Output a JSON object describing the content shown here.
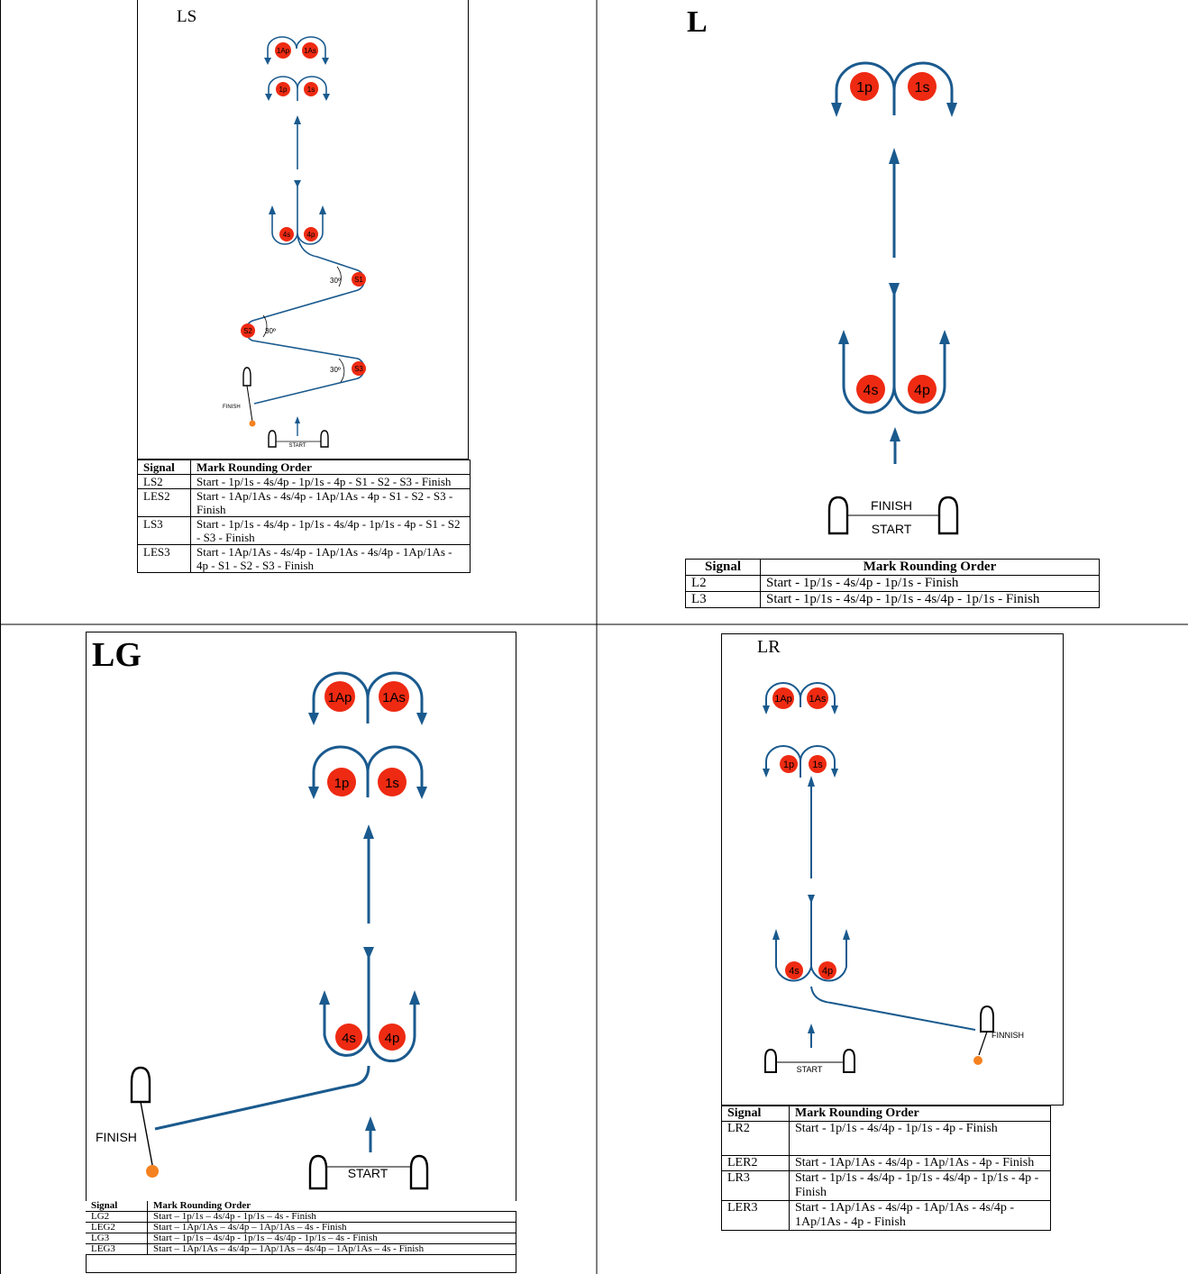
{
  "colors": {
    "course_line": "#1a5a8e",
    "mark_fill": "#ee2a12",
    "pin_orange": "#f58220",
    "grid": "#000000"
  },
  "panels": {
    "ls": {
      "title": "LS",
      "angle_label": "30º",
      "finish_label": "FINISH",
      "start_label": "START",
      "marks": {
        "m1Ap": "1Ap",
        "m1As": "1As",
        "m1p": "1p",
        "m1s": "1s",
        "m4s": "4s",
        "m4p": "4p",
        "s1": "S1",
        "s2": "S2",
        "s3": "S3"
      },
      "table": {
        "headers": [
          "Signal",
          "Mark Rounding Order"
        ],
        "rows": [
          {
            "signal": "LS2",
            "order": "Start - 1p/1s - 4s/4p - 1p/1s - 4p - S1 - S2 - S3 - Finish"
          },
          {
            "signal": "LES2",
            "order": "Start - 1Ap/1As - 4s/4p - 1Ap/1As - 4p - S1 - S2 - S3 - Finish"
          },
          {
            "signal": "LS3",
            "order": "Start - 1p/1s - 4s/4p - 1p/1s - 4s/4p - 1p/1s - 4p - S1 - S2 - S3 - Finish"
          },
          {
            "signal": "LES3",
            "order": "Start - 1Ap/1As - 4s/4p - 1Ap/1As - 4s/4p - 1Ap/1As - 4p - S1 - S2 - S3 - Finish"
          }
        ]
      }
    },
    "l": {
      "title": "L",
      "finish_label": "FINISH",
      "start_label": "START",
      "marks": {
        "m1p": "1p",
        "m1s": "1s",
        "m4s": "4s",
        "m4p": "4p"
      },
      "table": {
        "headers": [
          "Signal",
          "Mark Rounding Order"
        ],
        "rows": [
          {
            "signal": "L2",
            "order": "Start - 1p/1s - 4s/4p - 1p/1s - Finish"
          },
          {
            "signal": "L3",
            "order": "Start - 1p/1s - 4s/4p - 1p/1s - 4s/4p - 1p/1s - Finish"
          }
        ]
      }
    },
    "lg": {
      "title": "LG",
      "finish_label": "FINISH",
      "start_label": "START",
      "marks": {
        "m1Ap": "1Ap",
        "m1As": "1As",
        "m1p": "1p",
        "m1s": "1s",
        "m4s": "4s",
        "m4p": "4p"
      },
      "table": {
        "headers": [
          "Signal",
          "Mark Rounding Order"
        ],
        "rows": [
          {
            "signal": "LG2",
            "order": "Start – 1p/1s – 4s/4p - 1p/1s – 4s - Finish"
          },
          {
            "signal": "LEG2",
            "order": "Start – 1Ap/1As – 4s/4p – 1Ap/1As – 4s - Finish"
          },
          {
            "signal": "LG3",
            "order": "Start – 1p/1s – 4s/4p - 1p/1s – 4s/4p - 1p/1s – 4s - Finish"
          },
          {
            "signal": "LEG3",
            "order": "Start – 1Ap/1As – 4s/4p – 1Ap/1As – 4s/4p – 1Ap/1As – 4s - Finish"
          }
        ]
      }
    },
    "lr": {
      "title": "LR",
      "finish_label": "FINNISH",
      "start_label": "START",
      "marks": {
        "m1Ap": "1Ap",
        "m1As": "1As",
        "m1p": "1p",
        "m1s": "1s",
        "m4s": "4s",
        "m4p": "4p"
      },
      "table": {
        "headers": [
          "Signal",
          "Mark Rounding Order"
        ],
        "rows": [
          {
            "signal": "LR2",
            "order": "Start - 1p/1s - 4s/4p - 1p/1s - 4p - Finish"
          },
          {
            "signal": "LER2",
            "order": "Start - 1Ap/1As - 4s/4p - 1Ap/1As - 4p - Finish"
          },
          {
            "signal": "LR3",
            "order": "Start - 1p/1s - 4s/4p - 1p/1s - 4s/4p - 1p/1s - 4p - Finish"
          },
          {
            "signal": "LER3",
            "order": "Start - 1Ap/1As - 4s/4p - 1Ap/1As - 4s/4p - 1Ap/1As - 4p - Finish"
          }
        ]
      }
    }
  }
}
